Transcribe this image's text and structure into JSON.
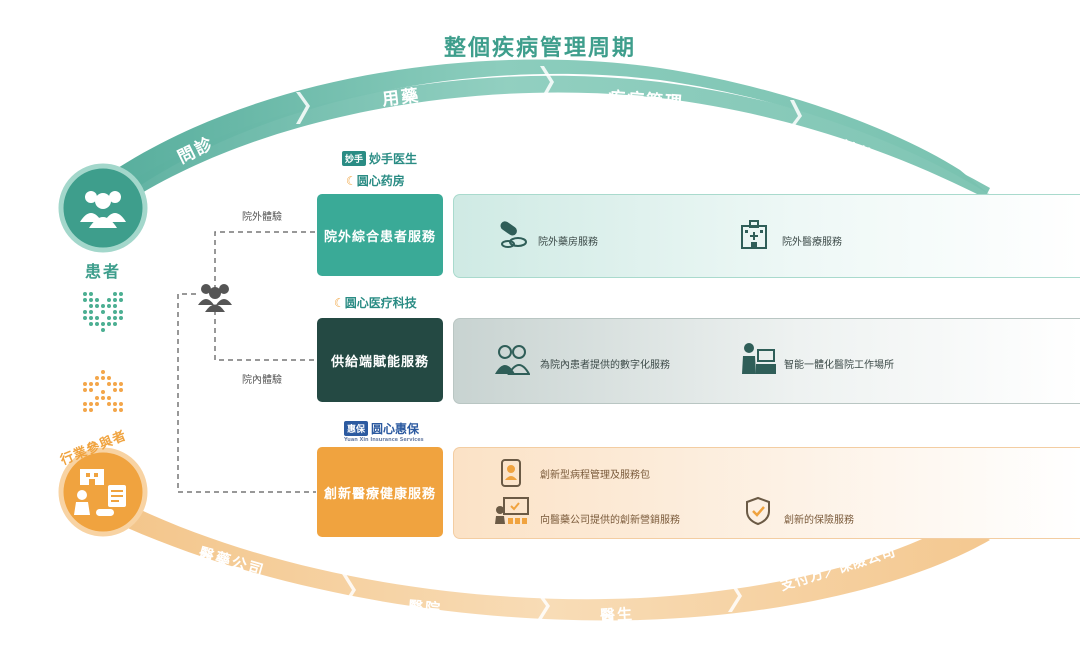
{
  "title": "整個疾病管理周期",
  "top_arc": {
    "stages": [
      "問診",
      "用藥",
      "疾病管理",
      "付款"
    ]
  },
  "bottom_arc": {
    "stages": [
      "醫藥公司",
      "醫院",
      "醫生",
      "支付方／保險公司"
    ]
  },
  "left": {
    "patient_label": "患者",
    "participant_label": "行業參與者"
  },
  "brands": {
    "miaoshou_badge": "妙手",
    "miaoshou": "妙手医生",
    "yuanxin_pharmacy": "圆心药房",
    "yuanxin_tech": "圆心医疗科技",
    "huibao_badge": "惠保",
    "yuanxin_huibao": "圆心惠保",
    "huibao_sub": "Yuan Xin Insurance Services"
  },
  "connectors": {
    "outside": "院外體驗",
    "inside": "院內體驗"
  },
  "rows": [
    {
      "label": "院外綜合患者服務",
      "color": "#3aaa97",
      "features": [
        "院外藥房服務",
        "院外醫療服務"
      ],
      "feature_icons": [
        "pills-icon",
        "hospital-icon"
      ]
    },
    {
      "label": "供給端賦能服務",
      "color": "#244943",
      "features": [
        "為院內患者提供的數字化服務",
        "智能一體化醫院工作場所"
      ],
      "feature_icons": [
        "doctors-icon",
        "workstation-icon"
      ]
    },
    {
      "label": "創新醫療健康服務",
      "color": "#f0a33f",
      "features": [
        "創新型病程管理及服務包",
        "向醫藥公司提供的創新營銷服務",
        "創新的保險服務"
      ],
      "feature_icons": [
        "phone-doctor-icon",
        "presentation-icon",
        "shield-icon"
      ]
    }
  ],
  "colors": {
    "teal": "#3e9e8c",
    "dark": "#244943",
    "orange": "#f0a33f"
  }
}
